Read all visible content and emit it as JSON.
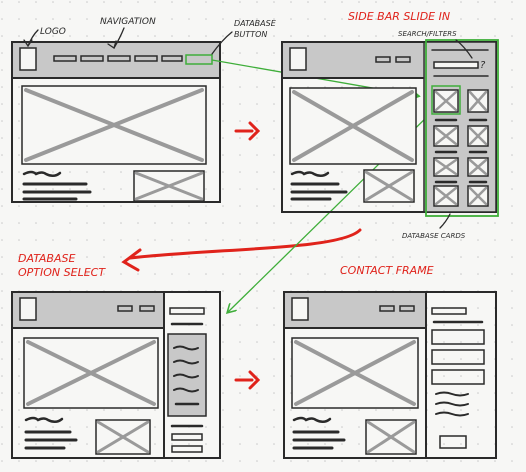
{
  "annotations": {
    "logo": "LOGO",
    "navigation": "NAVIGATION",
    "database_button_line1": "DATABASE",
    "database_button_line2": "BUTTON",
    "sidebar_slide_in": "SIDE BAR SLIDE IN",
    "search_filters": "SEARCH/FILTERS",
    "database_cards": "DATABASE CARDS",
    "database_option_select_line1": "DATABASE",
    "database_option_select_line2": "OPTION SELECT",
    "contact_frame": "CONTACT FRAME"
  },
  "icons": {
    "help": "?"
  },
  "colors": {
    "ink": "#2a2a2a",
    "fill_gray": "#c8c8c8",
    "x_gray": "#9a9a9a",
    "red": "#e0231b",
    "green": "#3fae3a",
    "paper": "#f7f7f5"
  }
}
